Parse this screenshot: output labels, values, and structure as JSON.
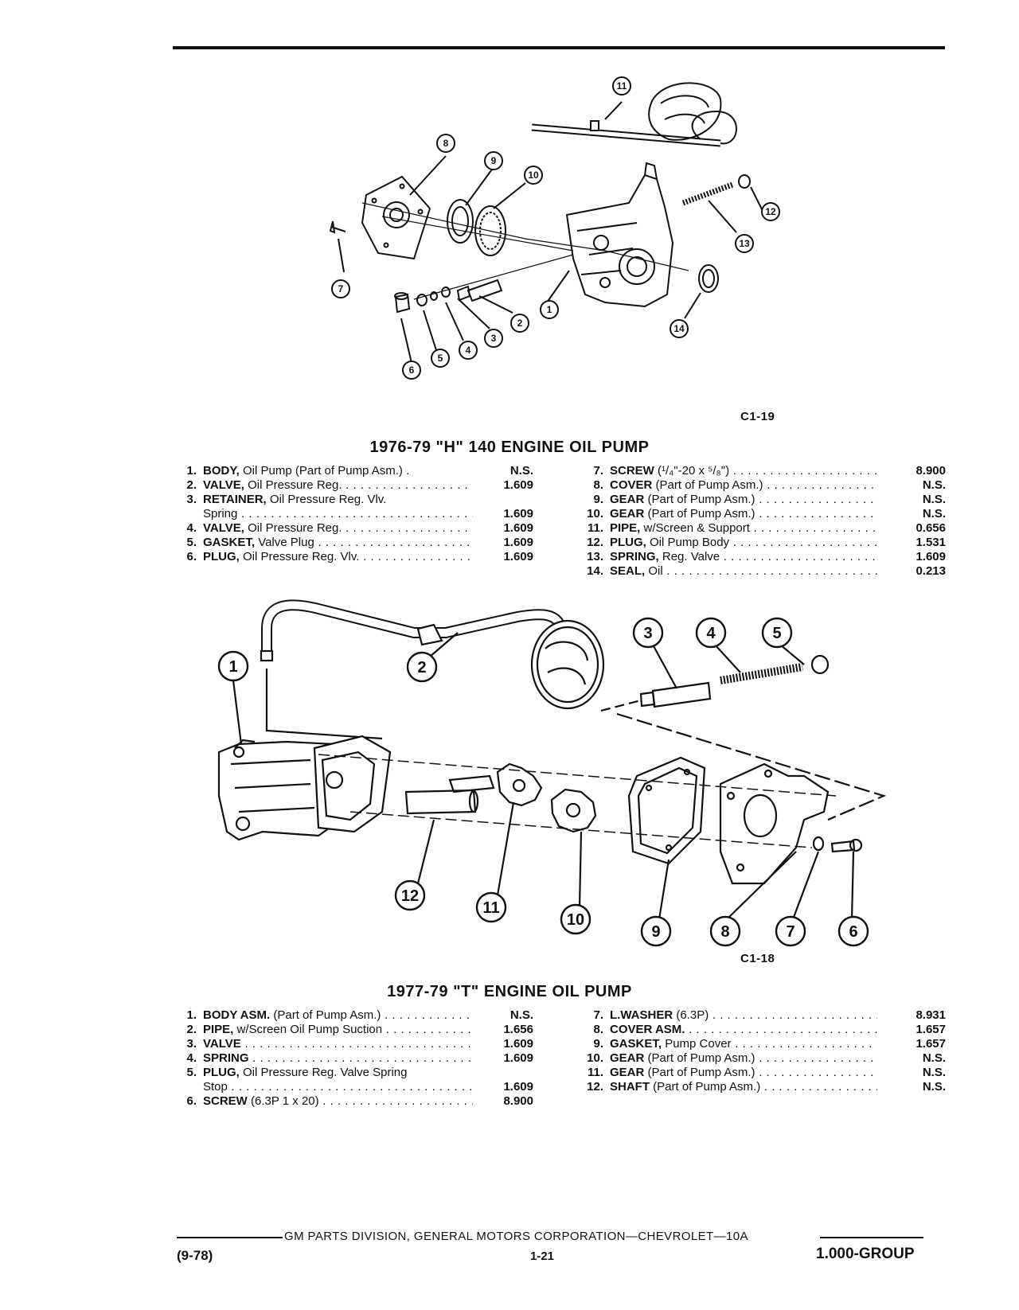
{
  "figure1": {
    "code": "C1-19",
    "title": "1976-79 \"H\" 140 ENGINE OIL PUMP",
    "callouts": [
      "1",
      "2",
      "3",
      "4",
      "5",
      "6",
      "7",
      "8",
      "9",
      "10",
      "11",
      "12",
      "13",
      "14"
    ],
    "left_items": [
      {
        "num": "1.",
        "name": "BODY,",
        "desc": "Oil Pump (Part of Pump Asm.)",
        "group": "N.S."
      },
      {
        "num": "2.",
        "name": "VALVE,",
        "desc": "Oil Pressure Reg.",
        "group": "1.609"
      },
      {
        "num": "3.",
        "name": "RETAINER,",
        "desc": "Oil Pressure Reg. Vlv.",
        "group": ""
      },
      {
        "num": "",
        "name": "",
        "desc": "Spring",
        "group": "1.609"
      },
      {
        "num": "4.",
        "name": "VALVE,",
        "desc": "Oil Pressure Reg.",
        "group": "1.609"
      },
      {
        "num": "5.",
        "name": "GASKET,",
        "desc": "Valve Plug",
        "group": "1.609"
      },
      {
        "num": "6.",
        "name": "PLUG,",
        "desc": "Oil Pressure Reg. Vlv.",
        "group": "1.609"
      }
    ],
    "right_items": [
      {
        "num": "7.",
        "name": "SCREW",
        "desc": "(¹/₄\"-20 x ⁵/₈\")",
        "group": "8.900"
      },
      {
        "num": "8.",
        "name": "COVER",
        "desc": "(Part of Pump Asm.)",
        "group": "N.S."
      },
      {
        "num": "9.",
        "name": "GEAR",
        "desc": "(Part of Pump Asm.)",
        "group": "N.S."
      },
      {
        "num": "10.",
        "name": "GEAR",
        "desc": "(Part of Pump Asm.)",
        "group": "N.S."
      },
      {
        "num": "11.",
        "name": "PIPE,",
        "desc": "w/Screen & Support",
        "group": "0.656"
      },
      {
        "num": "12.",
        "name": "PLUG,",
        "desc": "Oil Pump Body",
        "group": "1.531"
      },
      {
        "num": "13.",
        "name": "SPRING,",
        "desc": "Reg. Valve",
        "group": "1.609"
      },
      {
        "num": "14.",
        "name": "SEAL,",
        "desc": "Oil",
        "group": "0.213"
      }
    ]
  },
  "figure2": {
    "code": "C1-18",
    "title": "1977-79 \"T\" ENGINE OIL PUMP",
    "callouts": [
      "1",
      "2",
      "3",
      "4",
      "5",
      "6",
      "7",
      "8",
      "9",
      "10",
      "11",
      "12"
    ],
    "left_items": [
      {
        "num": "1.",
        "name": "BODY ASM.",
        "desc": "(Part of Pump Asm.)",
        "group": "N.S."
      },
      {
        "num": "2.",
        "name": "PIPE,",
        "desc": "w/Screen Oil Pump Suction",
        "group": "1.656"
      },
      {
        "num": "3.",
        "name": "VALVE",
        "desc": "",
        "group": "1.609"
      },
      {
        "num": "4.",
        "name": "SPRING",
        "desc": "",
        "group": "1.609"
      },
      {
        "num": "5.",
        "name": "PLUG,",
        "desc": "Oil Pressure Reg. Valve Spring",
        "group": ""
      },
      {
        "num": "",
        "name": "",
        "desc": "Stop",
        "group": "1.609"
      },
      {
        "num": "6.",
        "name": "SCREW",
        "desc": "(6.3P 1 x 20)",
        "group": "8.900"
      }
    ],
    "right_items": [
      {
        "num": "7.",
        "name": "L.WASHER",
        "desc": "(6.3P)",
        "group": "8.931"
      },
      {
        "num": "8.",
        "name": "COVER ASM.",
        "desc": "",
        "group": "1.657"
      },
      {
        "num": "9.",
        "name": "GASKET,",
        "desc": "Pump Cover",
        "group": "1.657"
      },
      {
        "num": "10.",
        "name": "GEAR",
        "desc": "(Part of Pump Asm.)",
        "group": "N.S."
      },
      {
        "num": "11.",
        "name": "GEAR",
        "desc": "(Part of Pump Asm.)",
        "group": "N.S."
      },
      {
        "num": "12.",
        "name": "SHAFT",
        "desc": "(Part of Pump Asm.)",
        "group": "N.S."
      }
    ]
  },
  "footer": {
    "publisher": "GM PARTS DIVISION, GENERAL MOTORS CORPORATION—CHEVROLET—10A",
    "date": "(9-78)",
    "page": "1-21",
    "group": "1.000-GROUP"
  }
}
